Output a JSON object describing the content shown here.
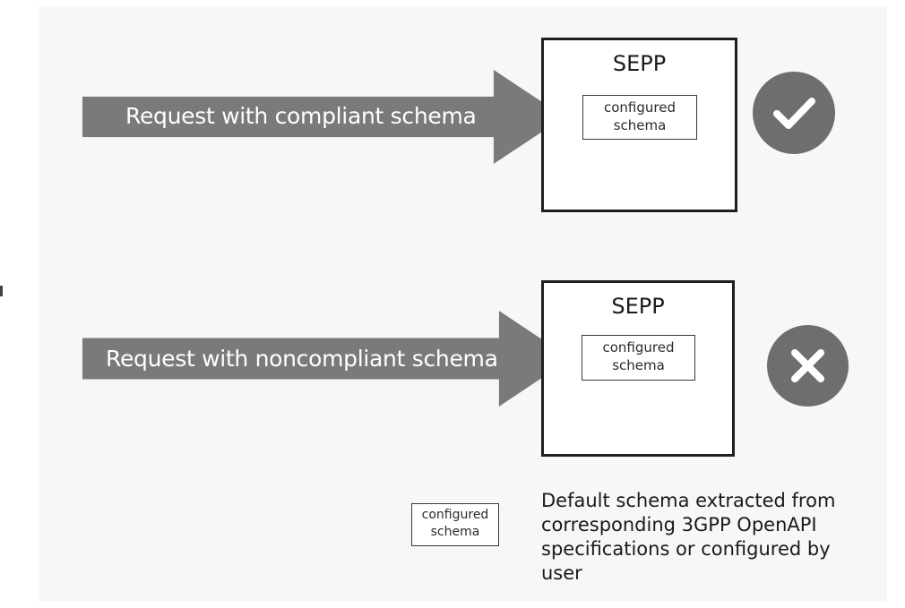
{
  "rows": [
    {
      "request_label": "Request with compliant schema",
      "sepp_title": "SEPP",
      "schema_lines": [
        "configured",
        "schema"
      ],
      "result_icon": "check-icon"
    },
    {
      "request_label": "Request with noncompliant schema",
      "sepp_title": "SEPP",
      "schema_lines": [
        "configured",
        "schema"
      ],
      "result_icon": "x-icon"
    }
  ],
  "legend": {
    "schema_lines": [
      "configured",
      "schema"
    ],
    "description": "Default schema extracted from corresponding 3GPP OpenAPI specifications or configured by user"
  },
  "colors": {
    "arrow": "#7a7a7a",
    "status_circle": "#6e6e6e",
    "panel_background": "#f7f7f7"
  }
}
